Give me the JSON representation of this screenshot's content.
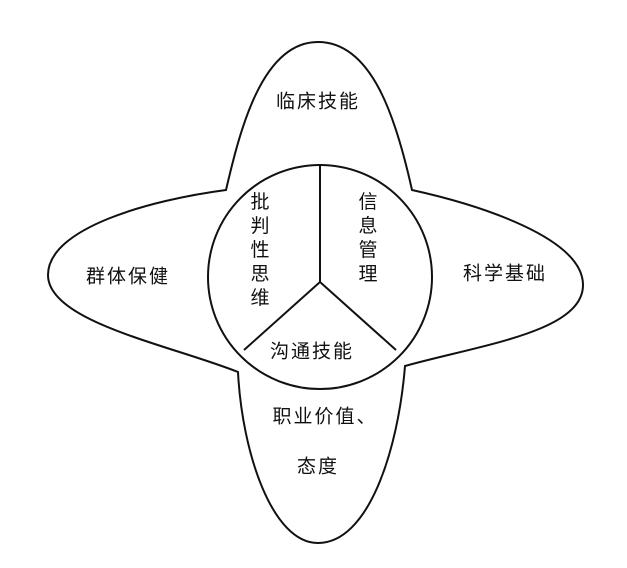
{
  "petals": {
    "top": "临床技能",
    "left": "群体保健",
    "right": "科学基础",
    "bottom_line1": "职业价值、",
    "bottom_line2": "态度"
  },
  "core": {
    "left": "批判性思维",
    "right": "信息管理",
    "bottom": "沟通技能"
  }
}
